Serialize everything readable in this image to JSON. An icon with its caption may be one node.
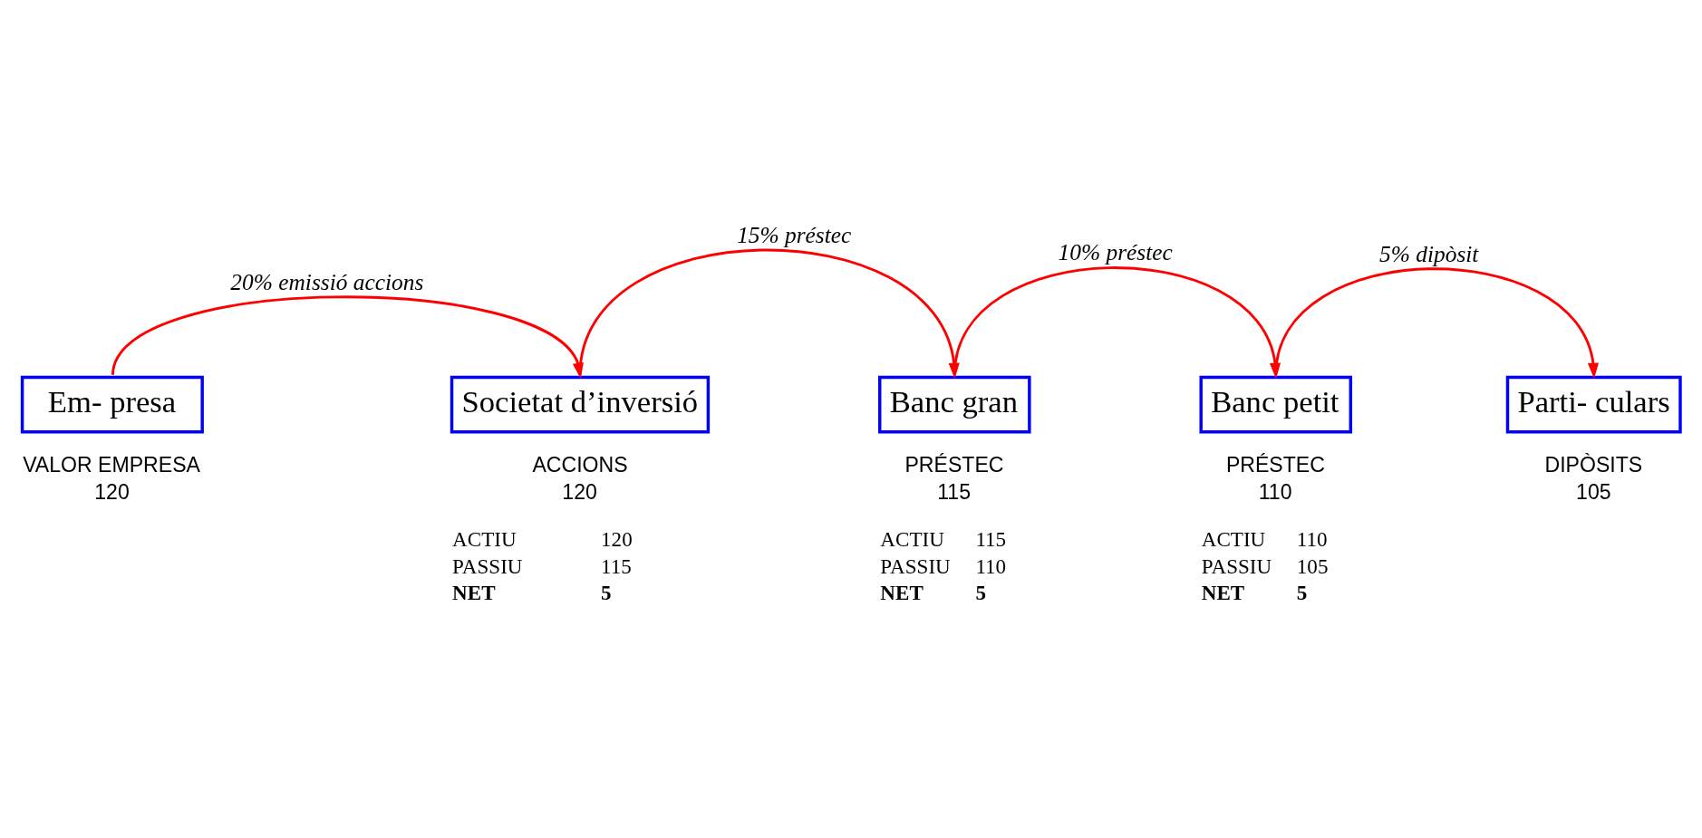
{
  "diagram": {
    "nodes": [
      {
        "text": [
          "Em- presa"
        ],
        "beside": [
          "VALOR EMPRESA",
          "120"
        ]
      },
      {
        "text": [
          "Societat d’inversió"
        ],
        "beside": [
          "ACCIONS",
          "120",
          "ACTIU",
          "120",
          "PASSIU",
          "115",
          "NET",
          "5"
        ]
      },
      {
        "text": [
          "Banc gran"
        ],
        "beside": [
          "PRÉSTEC",
          "115",
          "ACTIU",
          "115",
          "PASSIU",
          "110",
          "NET",
          "5"
        ]
      },
      {
        "text": [
          "Banc petit"
        ],
        "beside": [
          "PRÉSTEC",
          "110",
          "ACTIU",
          "110",
          "PASSIU",
          "105",
          "NET",
          "5"
        ]
      },
      {
        "text": [
          "Parti- culars"
        ],
        "beside": [
          "DIPÒSITS",
          "105"
        ]
      }
    ],
    "edges": [
      {
        "from": 0,
        "to": 1,
        "arrow": "to",
        "label": "20% emissió accions"
      },
      {
        "from": 1,
        "to": 2,
        "arrow": "to",
        "label": "15% préstec"
      },
      {
        "from": 2,
        "to": 3,
        "arrow": "to",
        "label": "10% préstec"
      },
      {
        "from": 3,
        "to": 4,
        "arrow": "to",
        "label": "5% dipòsit"
      }
    ]
  }
}
